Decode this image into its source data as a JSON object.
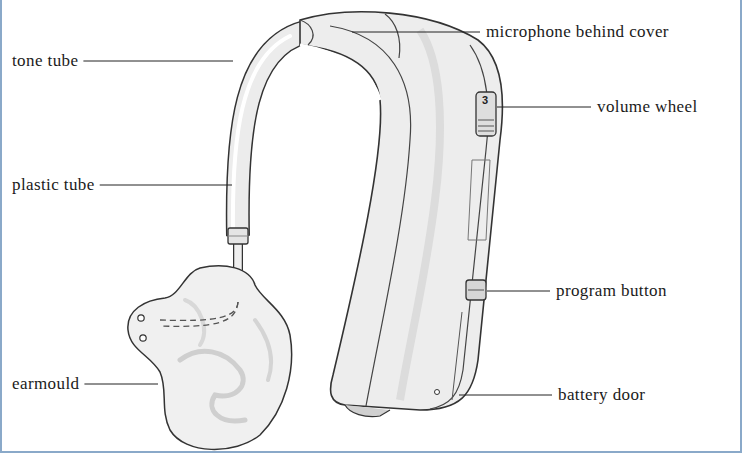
{
  "diagram": {
    "labels": [
      "tone tube",
      "microphone behind cover",
      "3",
      "volume wheel",
      "plastic tube",
      "program button",
      "earmould",
      "battery door"
    ]
  }
}
